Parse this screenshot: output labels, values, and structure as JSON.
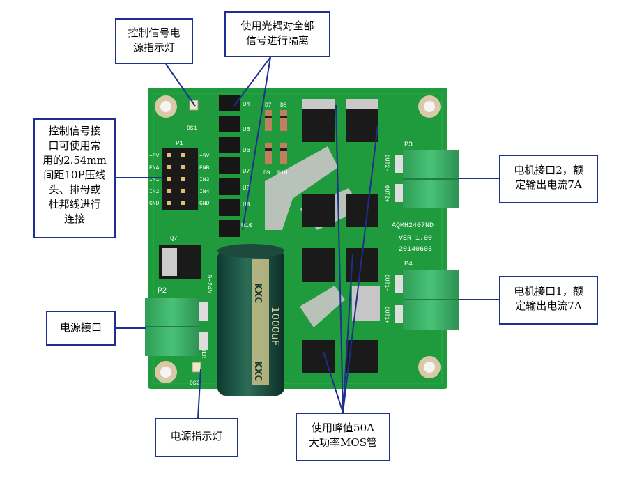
{
  "board": {
    "silk_left": [
      "+5V",
      "ENA",
      "IN1",
      "IN2",
      "GND"
    ],
    "silk_right": [
      "+5V",
      "ENB",
      "IN3",
      "IN4",
      "GND"
    ],
    "header": "P1",
    "led_top": "DS1",
    "led_bottom": "DS2",
    "opto": [
      "U4",
      "U5",
      "U6",
      "U7",
      "U8",
      "U9",
      "U10"
    ],
    "diodes_top": [
      "D7",
      "D8"
    ],
    "diodes_bottom": [
      "D9",
      "D10"
    ],
    "q7": "Q7",
    "p2": "P2",
    "p3": "P3",
    "p4": "P4",
    "out2": [
      "OUT2-",
      "OUT2+"
    ],
    "out1": [
      "OUT1-",
      "OUT1+"
    ],
    "model": "AQMH2407ND",
    "version": "VER 1.00",
    "date": "20140603",
    "power_label": "POWER",
    "vin": "9-24V",
    "cap_brand": "KXC",
    "cap_value": "1000uF"
  },
  "callouts": {
    "led_indicator": [
      "控制信号电",
      "源指示灯"
    ],
    "optocoupler": [
      "使用光耦对全部",
      "信号进行隔离"
    ],
    "control_interface": [
      "控制信号接",
      "口可使用常",
      "用的2.54mm",
      "间距10P压线",
      "头、排母或",
      "杜邦线进行",
      "连接"
    ],
    "motor2": [
      "电机接口2，额",
      "定输出电流7A"
    ],
    "motor1": [
      "电机接口1，额",
      "定输出电流7A"
    ],
    "power_port": [
      "电源接口"
    ],
    "power_led": [
      "电源指示灯"
    ],
    "mosfet": [
      "使用峰值50A",
      "大功率MOS管"
    ]
  },
  "colors": {
    "pcb": "#1f9a3c",
    "callout_border": "#1f2f8f",
    "terminal": "#3fb86a"
  }
}
